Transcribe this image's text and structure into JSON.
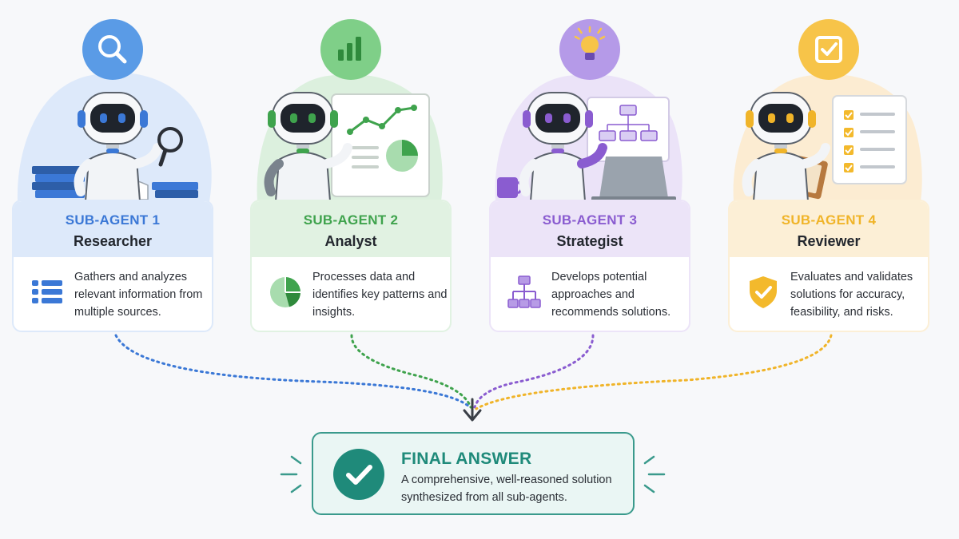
{
  "agents": [
    {
      "tag": "SUB-AGENT 1",
      "role": "Researcher",
      "description": "Gathers and analyzes relevant information from multiple sources.",
      "color": "#3b78d6",
      "light": "#dde9fa",
      "badge_icon": "magnifier-icon",
      "card_icon": "list-icon"
    },
    {
      "tag": "SUB-AGENT 2",
      "role": "Analyst",
      "description": "Processes data and identifies key patterns and insights.",
      "color": "#3fa34d",
      "light": "#e1f2e2",
      "badge_icon": "bar-chart-icon",
      "card_icon": "pie-chart-icon"
    },
    {
      "tag": "SUB-AGENT 3",
      "role": "Strategist",
      "description": "Develops potential approaches and recommends solutions.",
      "color": "#8a5cd0",
      "light": "#ece4f8",
      "badge_icon": "lightbulb-icon",
      "card_icon": "flowchart-icon"
    },
    {
      "tag": "SUB-AGENT 4",
      "role": "Reviewer",
      "description": "Evaluates and validates solutions for accuracy, feasibility, and risks.",
      "color": "#f0b429",
      "light": "#fcefd6",
      "badge_icon": "checkbox-icon",
      "card_icon": "shield-check-icon"
    }
  ],
  "final": {
    "title": "FINAL ANSWER",
    "description": "A comprehensive, well-reasoned solution synthesized from all sub-agents.",
    "color": "#1f8a7a",
    "icon": "check-circle-icon"
  }
}
